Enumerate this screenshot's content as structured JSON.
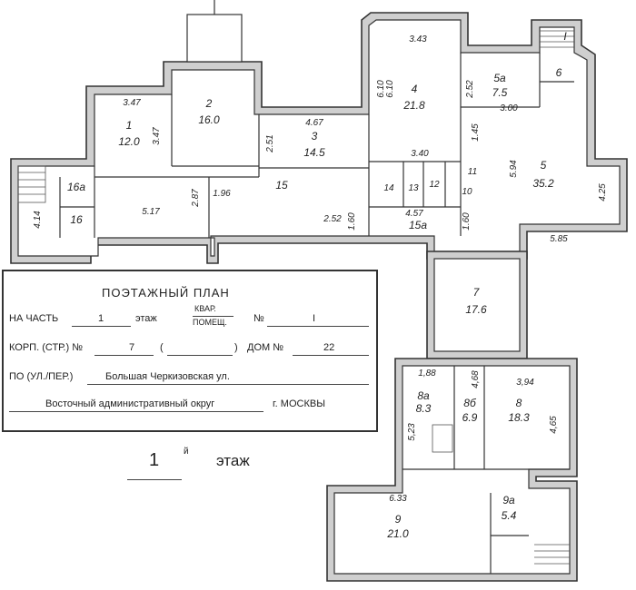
{
  "title_block": {
    "heading": "ПОЭТАЖНЫЙ ПЛАН",
    "row1_label_a": "НА ЧАСТЬ",
    "row1_value_a": "1",
    "row1_label_b": "этаж",
    "row1_frac_top": "КВАР.",
    "row1_frac_bottom": "ПОМЕЩ.",
    "row1_label_c": "№",
    "row1_value_c": "I",
    "row2_label_a": "КОРП. (СТР.) №",
    "row2_value_a": "7",
    "row2_paren_open": "(",
    "row2_paren_close": ")",
    "row2_label_b": "ДОМ №",
    "row2_value_b": "22",
    "row3_label": "ПО (УЛ./ПЕР.)",
    "row3_value": "Большая Черкизовская ул.",
    "row4_value": "Восточный административный округ",
    "row4_label": "г. МОСКВЫ"
  },
  "floor": {
    "number": "1",
    "suffix": "й",
    "word": "этаж"
  },
  "rooms": [
    {
      "id": "1",
      "area": "12.0"
    },
    {
      "id": "2",
      "area": "16.0"
    },
    {
      "id": "3",
      "area": "14.5"
    },
    {
      "id": "4",
      "area": "21.8"
    },
    {
      "id": "5а",
      "area": "7.5"
    },
    {
      "id": "6",
      "area": ""
    },
    {
      "id": "I",
      "area": ""
    },
    {
      "id": "5",
      "area": "35.2"
    },
    {
      "id": "7",
      "area": "17.6"
    },
    {
      "id": "8а",
      "area": "8.3"
    },
    {
      "id": "8б",
      "area": "6.9"
    },
    {
      "id": "8",
      "area": "18.3"
    },
    {
      "id": "9",
      "area": "21.0"
    },
    {
      "id": "9а",
      "area": "5.4"
    },
    {
      "id": "15а",
      "area": ""
    },
    {
      "id": "15",
      "area": ""
    },
    {
      "id": "16",
      "area": ""
    },
    {
      "id": "16а",
      "area": ""
    },
    {
      "id": "13",
      "area": ""
    },
    {
      "id": "12",
      "area": ""
    },
    {
      "id": "11",
      "area": ""
    },
    {
      "id": "10",
      "area": ""
    },
    {
      "id": "14",
      "area": ""
    }
  ],
  "dims": {
    "d_347a": "3.47",
    "d_347b": "3.47",
    "d_467": "4.67",
    "d_251": "2.51",
    "d_343": "3.43",
    "d_610a": "6.10",
    "d_610b": "6.10",
    "d_340": "3.40",
    "d_252": "2.52",
    "d_300": "3.00",
    "d_145": "1.45",
    "d_594": "5.94",
    "d_425": "4.25",
    "d_585": "5.85",
    "d_457": "4.57",
    "d_160a": "1.60",
    "d_160b": "1.60",
    "d_252b": "2.52",
    "d_287": "2.87",
    "d_196": "1.96",
    "d_517": "5.17",
    "d_414": "4.14",
    "d_188": "1,88",
    "d_468": "4,68",
    "d_394": "3,94",
    "d_523": "5,23",
    "d_465": "4,65",
    "d_633": "6.33"
  }
}
